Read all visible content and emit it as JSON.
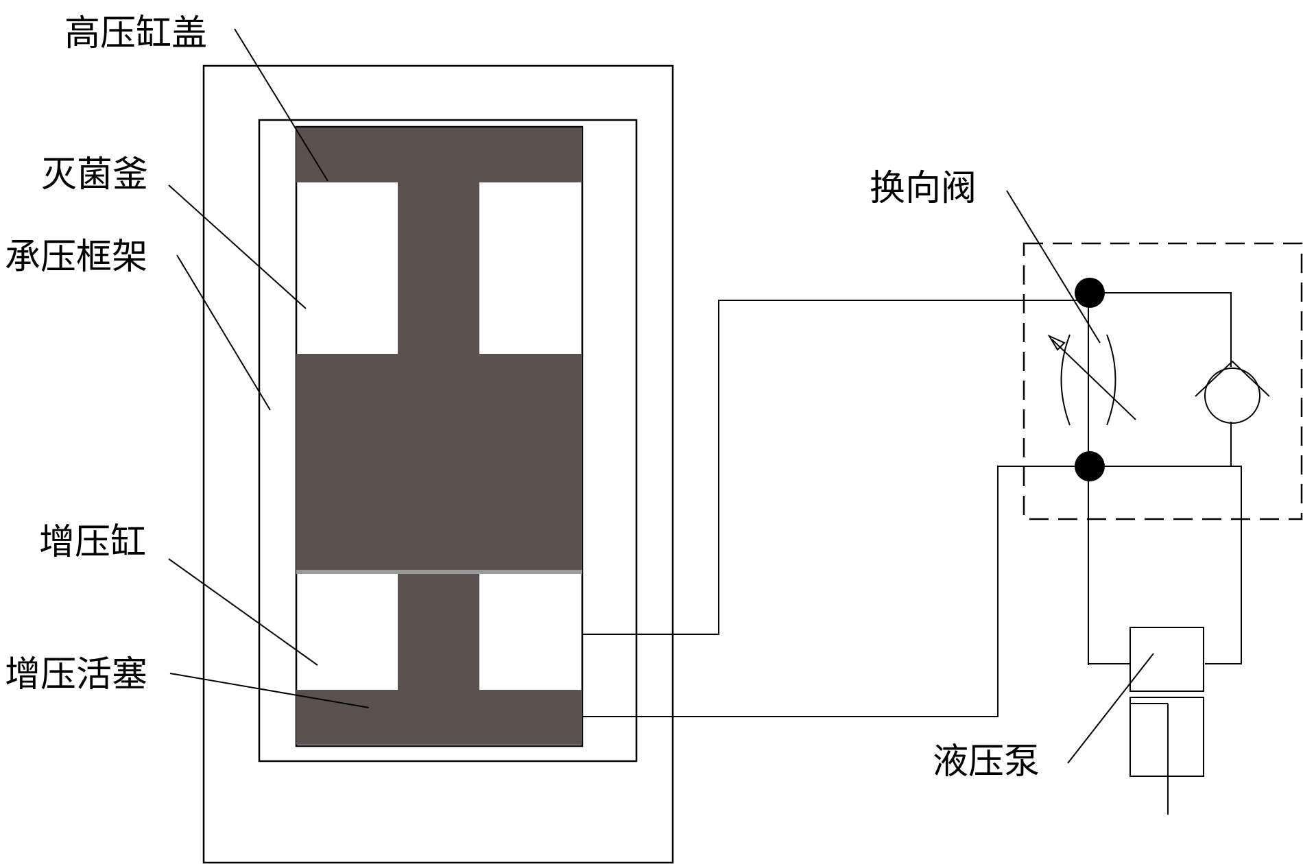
{
  "labels": {
    "high_pressure_cap": "高压缸盖",
    "sterilizer": "灭菌釜",
    "pressure_frame": "承压框架",
    "booster_cylinder": "增压缸",
    "booster_piston": "增压活塞",
    "reversing_valve": "换向阀",
    "hydraulic_pump": "液压泵"
  },
  "colors": {
    "piston_fill": "#5b524f",
    "line": "#000000",
    "background": "#ffffff"
  }
}
